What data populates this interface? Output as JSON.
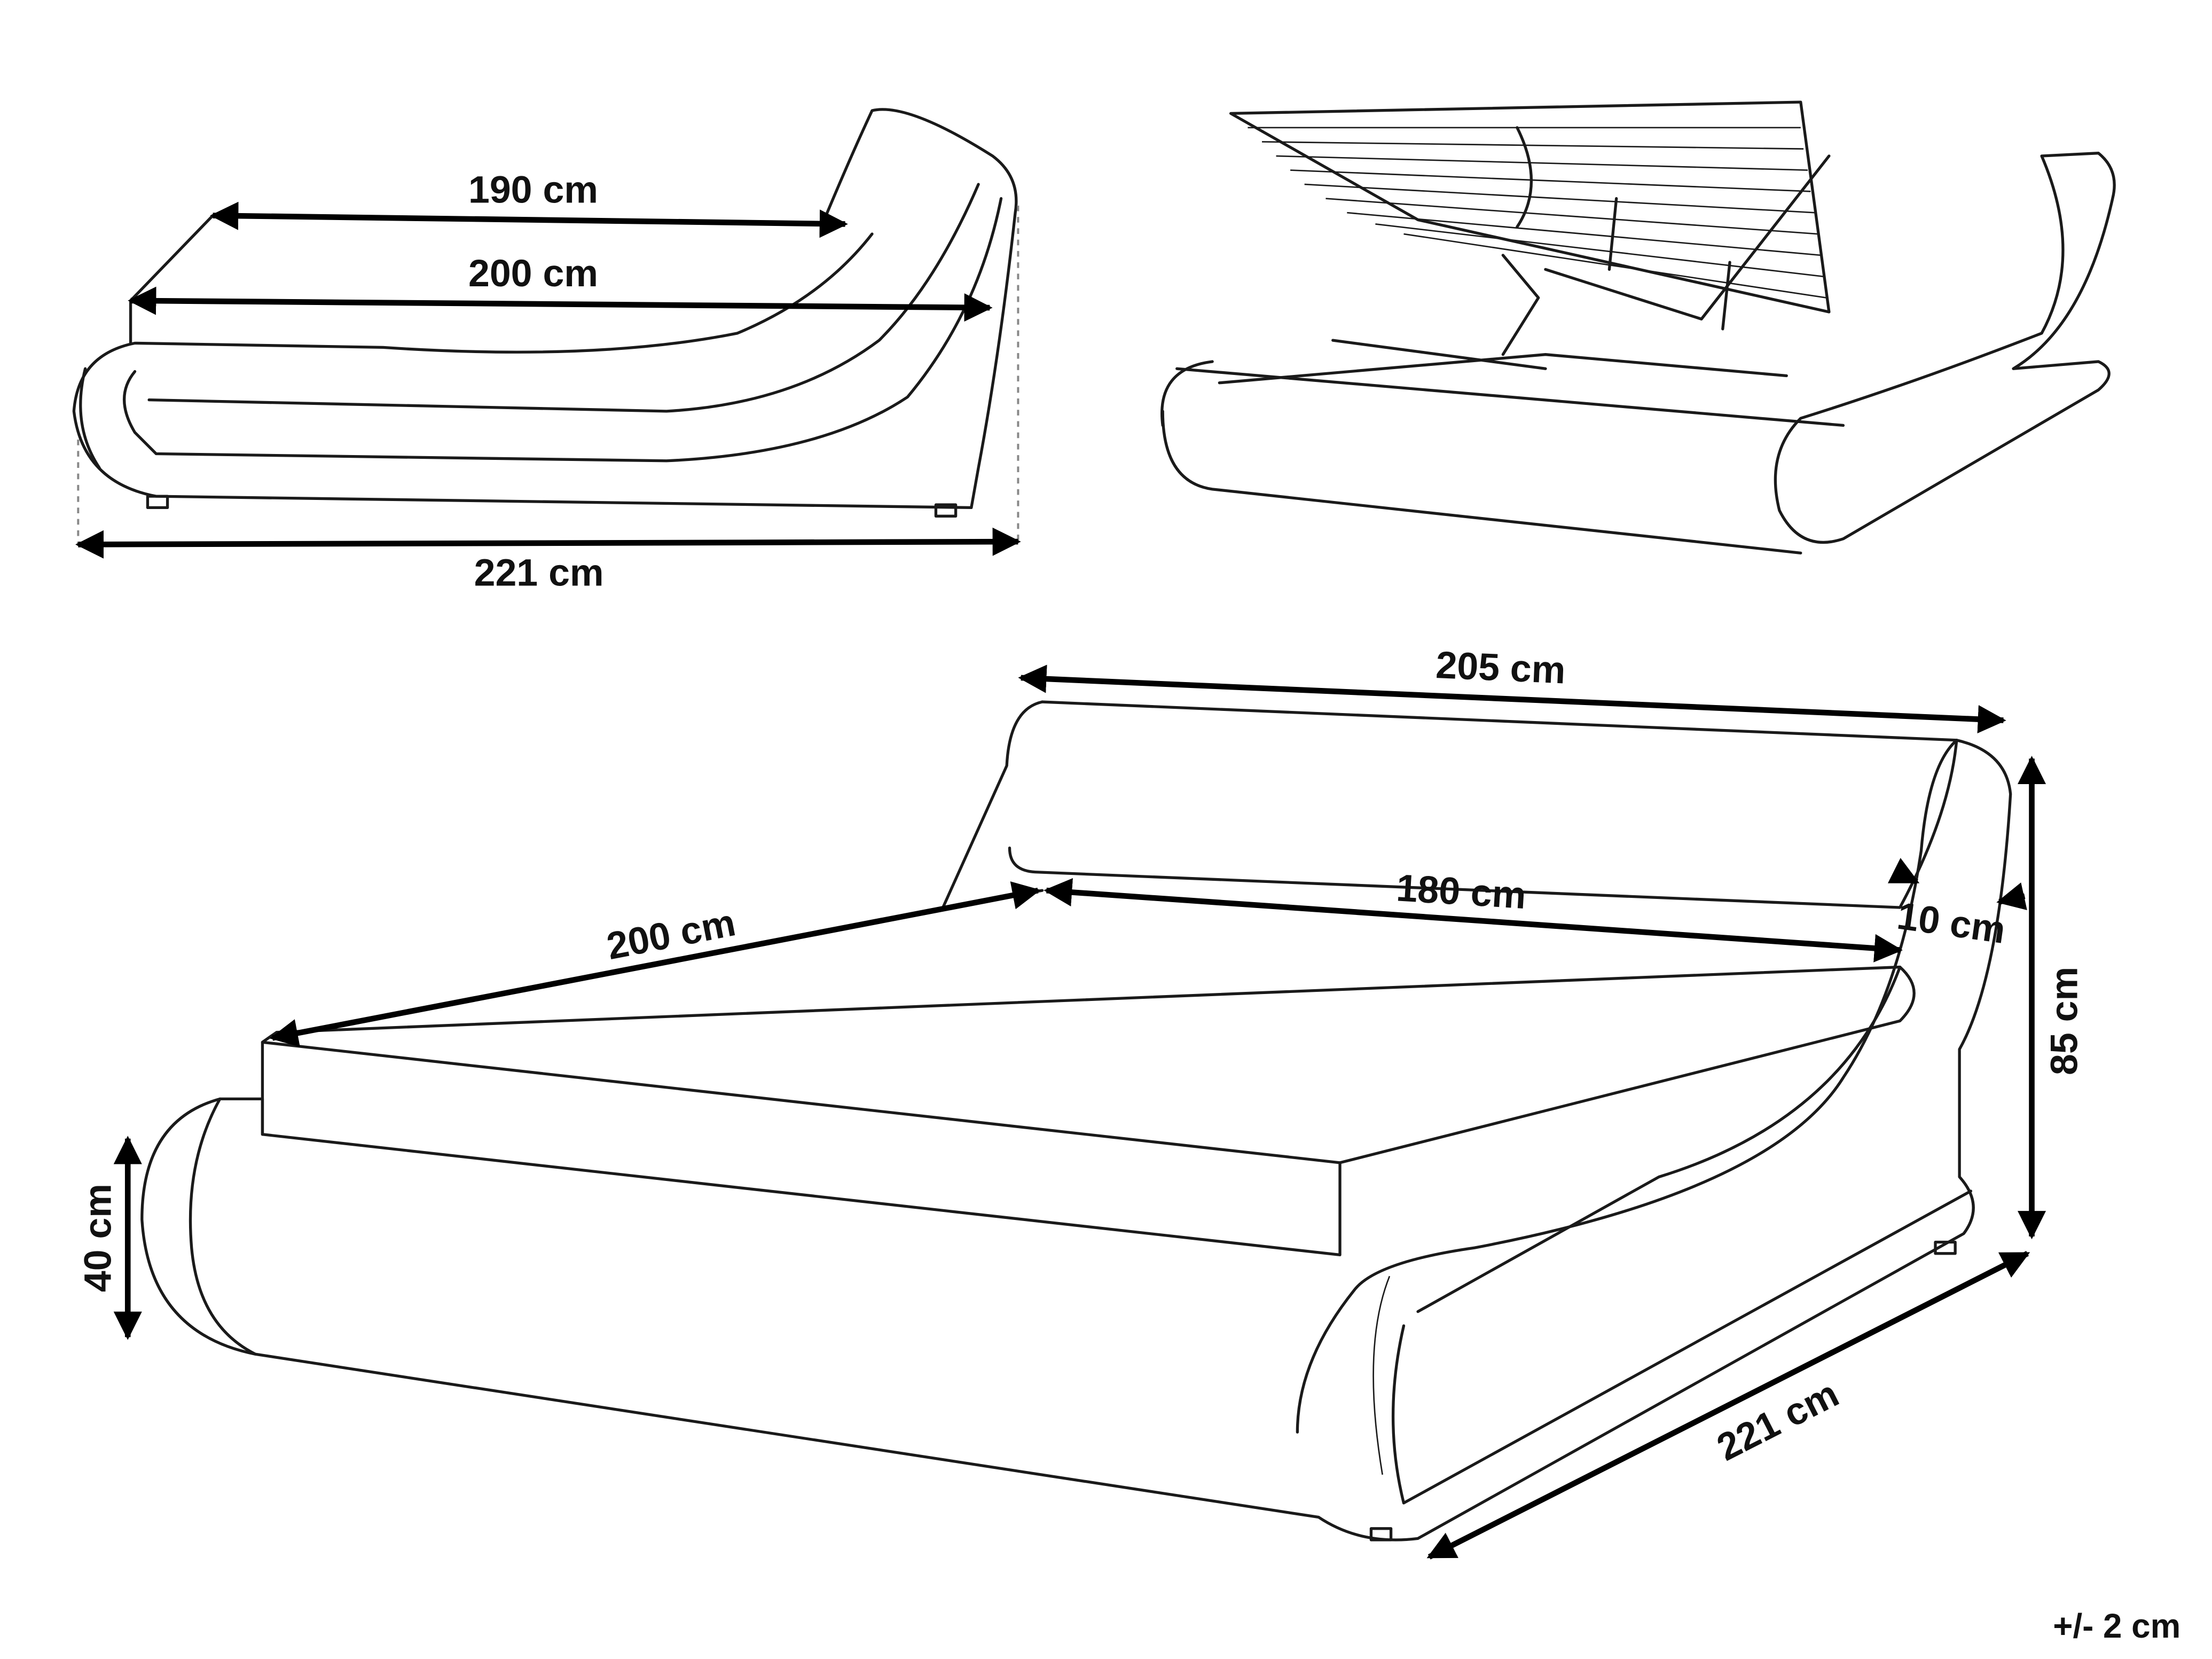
{
  "side_view": {
    "inner_length": "190 cm",
    "mattress_length": "200 cm",
    "total_length": "221 cm"
  },
  "main_view": {
    "total_width": "205 cm",
    "mattress_width": "180 cm",
    "frame_side_width": "10 cm",
    "mattress_length": "200 cm",
    "headboard_height": "85 cm",
    "frame_height": "40 cm",
    "total_length": "221 cm"
  },
  "tolerance": "+/- 2 cm"
}
